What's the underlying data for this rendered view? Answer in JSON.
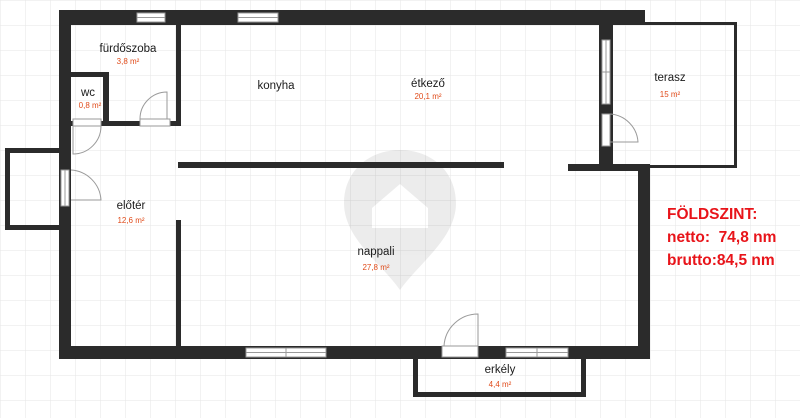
{
  "rooms": [
    {
      "id": "furdoszoba",
      "name": "fürdőszoba",
      "area": "3,8 m²"
    },
    {
      "id": "wc",
      "name": "wc",
      "area": "0,8 m²"
    },
    {
      "id": "konyha",
      "name": "konyha",
      "area": ""
    },
    {
      "id": "etkezo",
      "name": "étkező",
      "area": "20,1 m²"
    },
    {
      "id": "terasz",
      "name": "terasz",
      "area": "15 m²"
    },
    {
      "id": "eloter",
      "name": "előtér",
      "area": "12,6 m²"
    },
    {
      "id": "nappali",
      "name": "nappali",
      "area": "27,8 m²"
    },
    {
      "id": "erkely",
      "name": "erkély",
      "area": "4,4 m²"
    }
  ],
  "summary": {
    "heading": "FÖLDSZINT:",
    "netto": "netto:  74,8 nm",
    "brutto": "brutto:84,5 nm"
  },
  "colors": {
    "wall": "#2b2b2b",
    "grid": "#e6e6e6",
    "area_text": "#e04b1a",
    "summary_text": "#e8141a"
  }
}
